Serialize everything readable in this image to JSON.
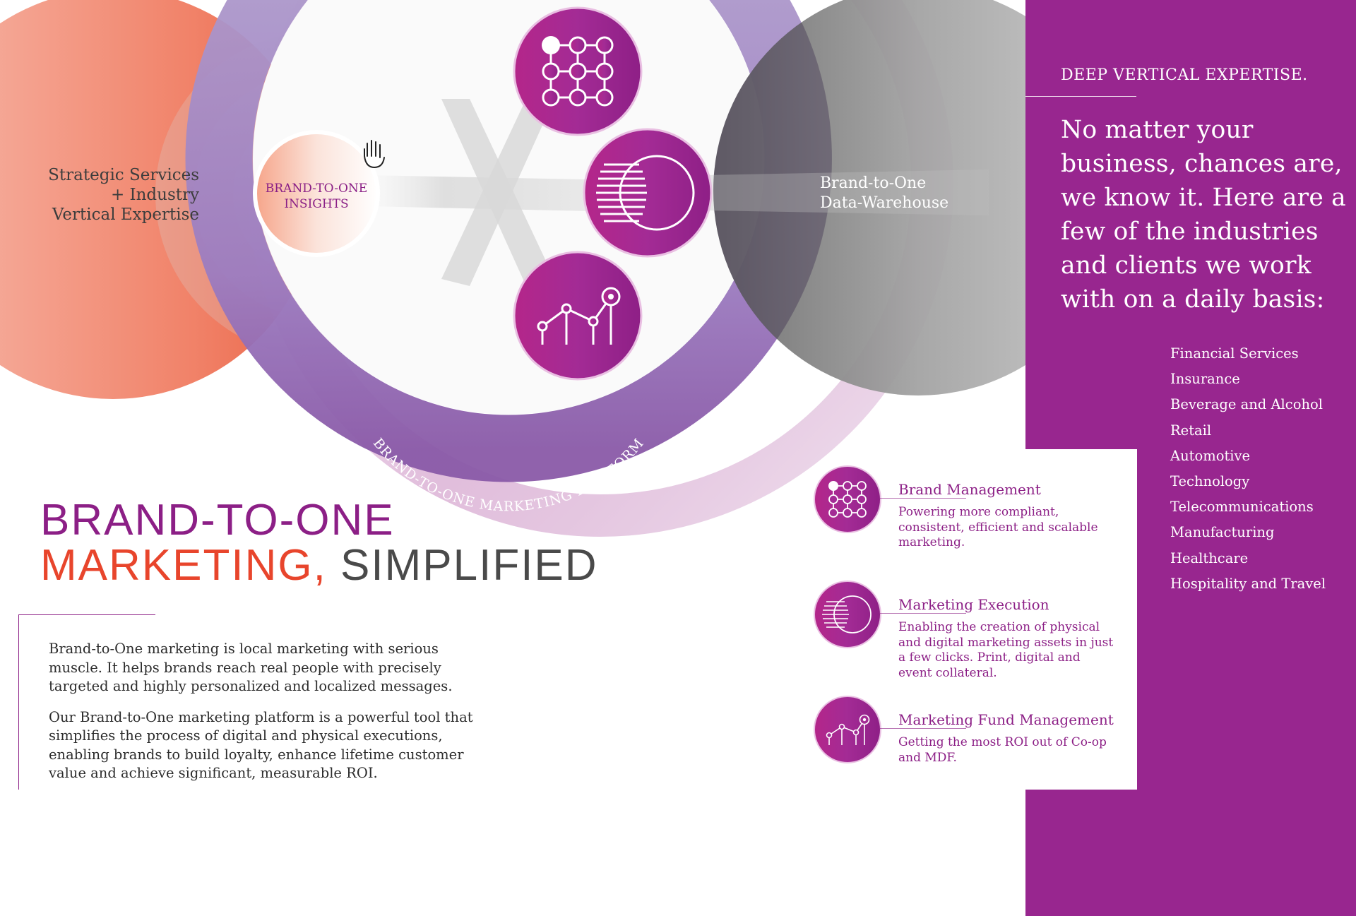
{
  "colors": {
    "brand_purple": "#98268f",
    "accent_orange": "#e8452c",
    "dark_gray": "#4a4a4a"
  },
  "diagram": {
    "left_label": [
      "Strategic Services",
      "+ Industry",
      "Vertical Expertise"
    ],
    "insights_label": [
      "BRAND-TO-ONE",
      "INSIGHTS"
    ],
    "warehouse_label": [
      "Brand-to-One",
      "Data-Warehouse"
    ],
    "platform_arc_label": "BRAND-TO-ONE MARKETING PLATFORM",
    "icons": [
      "grid-network-icon",
      "striped-circles-icon",
      "line-chart-icon"
    ],
    "cursor_icon": "hand-pointer-icon"
  },
  "headline": {
    "line1": "BRAND-TO-ONE",
    "line2_accent": "MARKETING,",
    "line2_rest": " SIMPLIFIED"
  },
  "intro": {
    "p1": "Brand-to-One marketing is local marketing with serious muscle. It helps brands reach real people with precisely targeted and highly personalized and localized messages.",
    "p2": "Our Brand-to-One marketing platform is a powerful tool that simplifies the process of digital and physical executions, enabling brands to build loyalty, enhance lifetime customer value and achieve significant, measurable ROI."
  },
  "panel": {
    "heading": "DEEP VERTICAL EXPERTISE.",
    "intro": "No matter your business, chances are, we know it. Here are a few of the industries and clients we work with on a daily basis:",
    "industries": [
      "Financial Services",
      "Insurance",
      "Beverage and Alcohol",
      "Retail",
      "Automotive",
      "Technology",
      "Telecommunications",
      "Manufacturing",
      "Healthcare",
      "Hospitality and Travel"
    ]
  },
  "services": [
    {
      "icon": "grid-network-icon",
      "title": "Brand Management",
      "desc": "Powering more compliant, consistent, efficient and scalable marketing."
    },
    {
      "icon": "striped-circles-icon",
      "title": "Marketing Execution",
      "desc": "Enabling the creation of physical and digital marketing assets in just a few clicks. Print, digital and event collateral."
    },
    {
      "icon": "line-chart-icon",
      "title": "Marketing Fund Management",
      "desc": "Getting the most ROI out of Co-op and MDF."
    }
  ]
}
